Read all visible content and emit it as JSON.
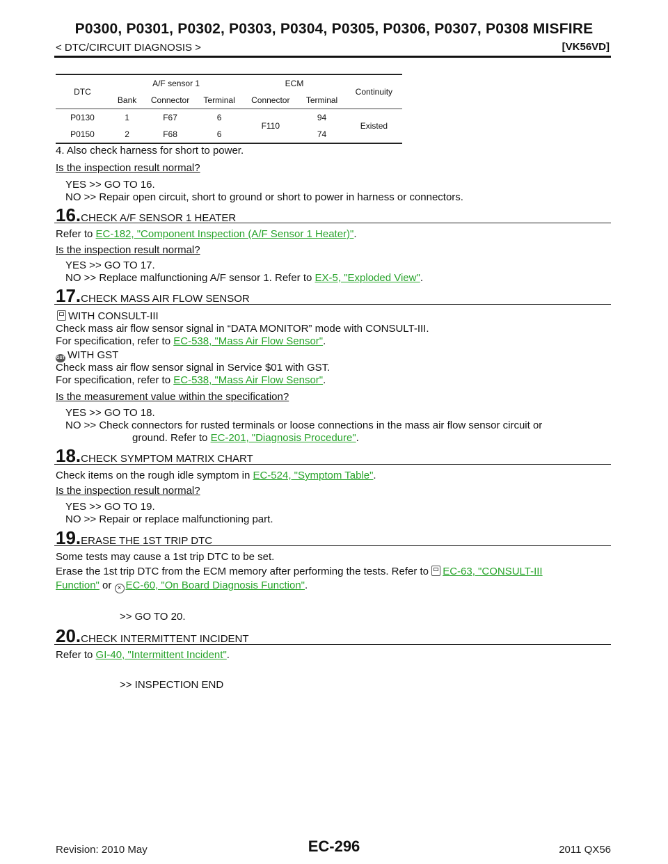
{
  "header": {
    "title": "P0300, P0301, P0302, P0303, P0304, P0305, P0306, P0307, P0308 MISFIRE",
    "section": "< DTC/CIRCUIT DIAGNOSIS >",
    "model": "[VK56VD]"
  },
  "table": {
    "h_dtc": "DTC",
    "h_af": "A/F sensor 1",
    "h_ecm": "ECM",
    "h_cont": "Continuity",
    "h_bank": "Bank",
    "h_conn1": "Connector",
    "h_term1": "Terminal",
    "h_conn2": "Connector",
    "h_term2": "Terminal",
    "rows": [
      {
        "dtc": "P0130",
        "bank": "1",
        "conn": "F67",
        "term": "6",
        "ecm_term": "94"
      },
      {
        "dtc": "P0150",
        "bank": "2",
        "conn": "F68",
        "term": "6",
        "ecm_term": "74"
      }
    ],
    "ecm_conn": "F110",
    "continuity": "Existed"
  },
  "step15": {
    "item4": "4.   Also check harness for short to power.",
    "question": "Is the inspection result normal?",
    "yes": "YES     >> GO TO 16.",
    "no": "NO      >> Repair open circuit, short to ground or short to power in harness or connectors."
  },
  "step16": {
    "num": "16.",
    "title": "CHECK A/F SENSOR 1 HEATER",
    "refer": "Refer to ",
    "link": "EC-182, \"Component Inspection (A/F Sensor 1 Heater)\"",
    "end": ".",
    "question": "Is the inspection result normal?",
    "yes": "YES     >> GO TO 17.",
    "no": "NO      >> Replace malfunctioning A/F sensor 1. Refer to ",
    "no_link": "EX-5, \"Exploded View\"",
    "no_end": "."
  },
  "step17": {
    "num": "17.",
    "title": "CHECK MASS AIR FLOW SENSOR",
    "with_consult": "WITH CONSULT-III",
    "consult_line": "Check mass air flow sensor signal in “DATA MONITOR” mode with CONSULT-III.",
    "spec_prefix": "For specification, refer to ",
    "spec_link": "EC-538, \"Mass Air Flow Sensor\"",
    "end": ".",
    "gst_icon": "GST",
    "with_gst": "WITH GST",
    "gst_line": "Check mass air flow sensor signal in Service $01 with GST.",
    "question": "Is the measurement value within the specification?",
    "yes": "YES     >> GO TO 18.",
    "no": "NO      >> Check connectors for rusted terminals or loose connections in the mass air flow sensor circuit or",
    "no2": "ground. Refer to ",
    "no2_link": "EC-201, \"Diagnosis Procedure\"",
    "no2_end": "."
  },
  "step18": {
    "num": "18.",
    "title": "CHECK SYMPTOM MATRIX CHART",
    "line": "Check items on the rough idle symptom in ",
    "link": "EC-524, \"Symptom Table\"",
    "end": ".",
    "question": "Is the inspection result normal?",
    "yes": "YES     >> GO TO 19.",
    "no": "NO      >> Repair or replace malfunctioning part."
  },
  "step19": {
    "num": "19.",
    "title": "ERASE THE 1ST TRIP DTC",
    "line1": "Some tests may cause a 1st trip DTC to be set.",
    "line2": "Erase the 1st trip DTC from the ECM memory after performing the tests. Refer to ",
    "link1a": "EC-63, \"CONSULT-III",
    "link1b": "Function\"",
    "or": " or ",
    "link2": "EC-60, \"On Board Diagnosis Function\"",
    "end": ".",
    "goto": ">> GO TO 20."
  },
  "step20": {
    "num": "20.",
    "title": "CHECK INTERMITTENT INCIDENT",
    "refer": "Refer to ",
    "link": "GI-40, \"Intermittent Incident\"",
    "end": ".",
    "goto": ">> INSPECTION END"
  },
  "footer": {
    "revision": "Revision: 2010 May",
    "page": "EC-296",
    "model": "2011 QX56"
  },
  "colors": {
    "link": "#27a32a"
  }
}
